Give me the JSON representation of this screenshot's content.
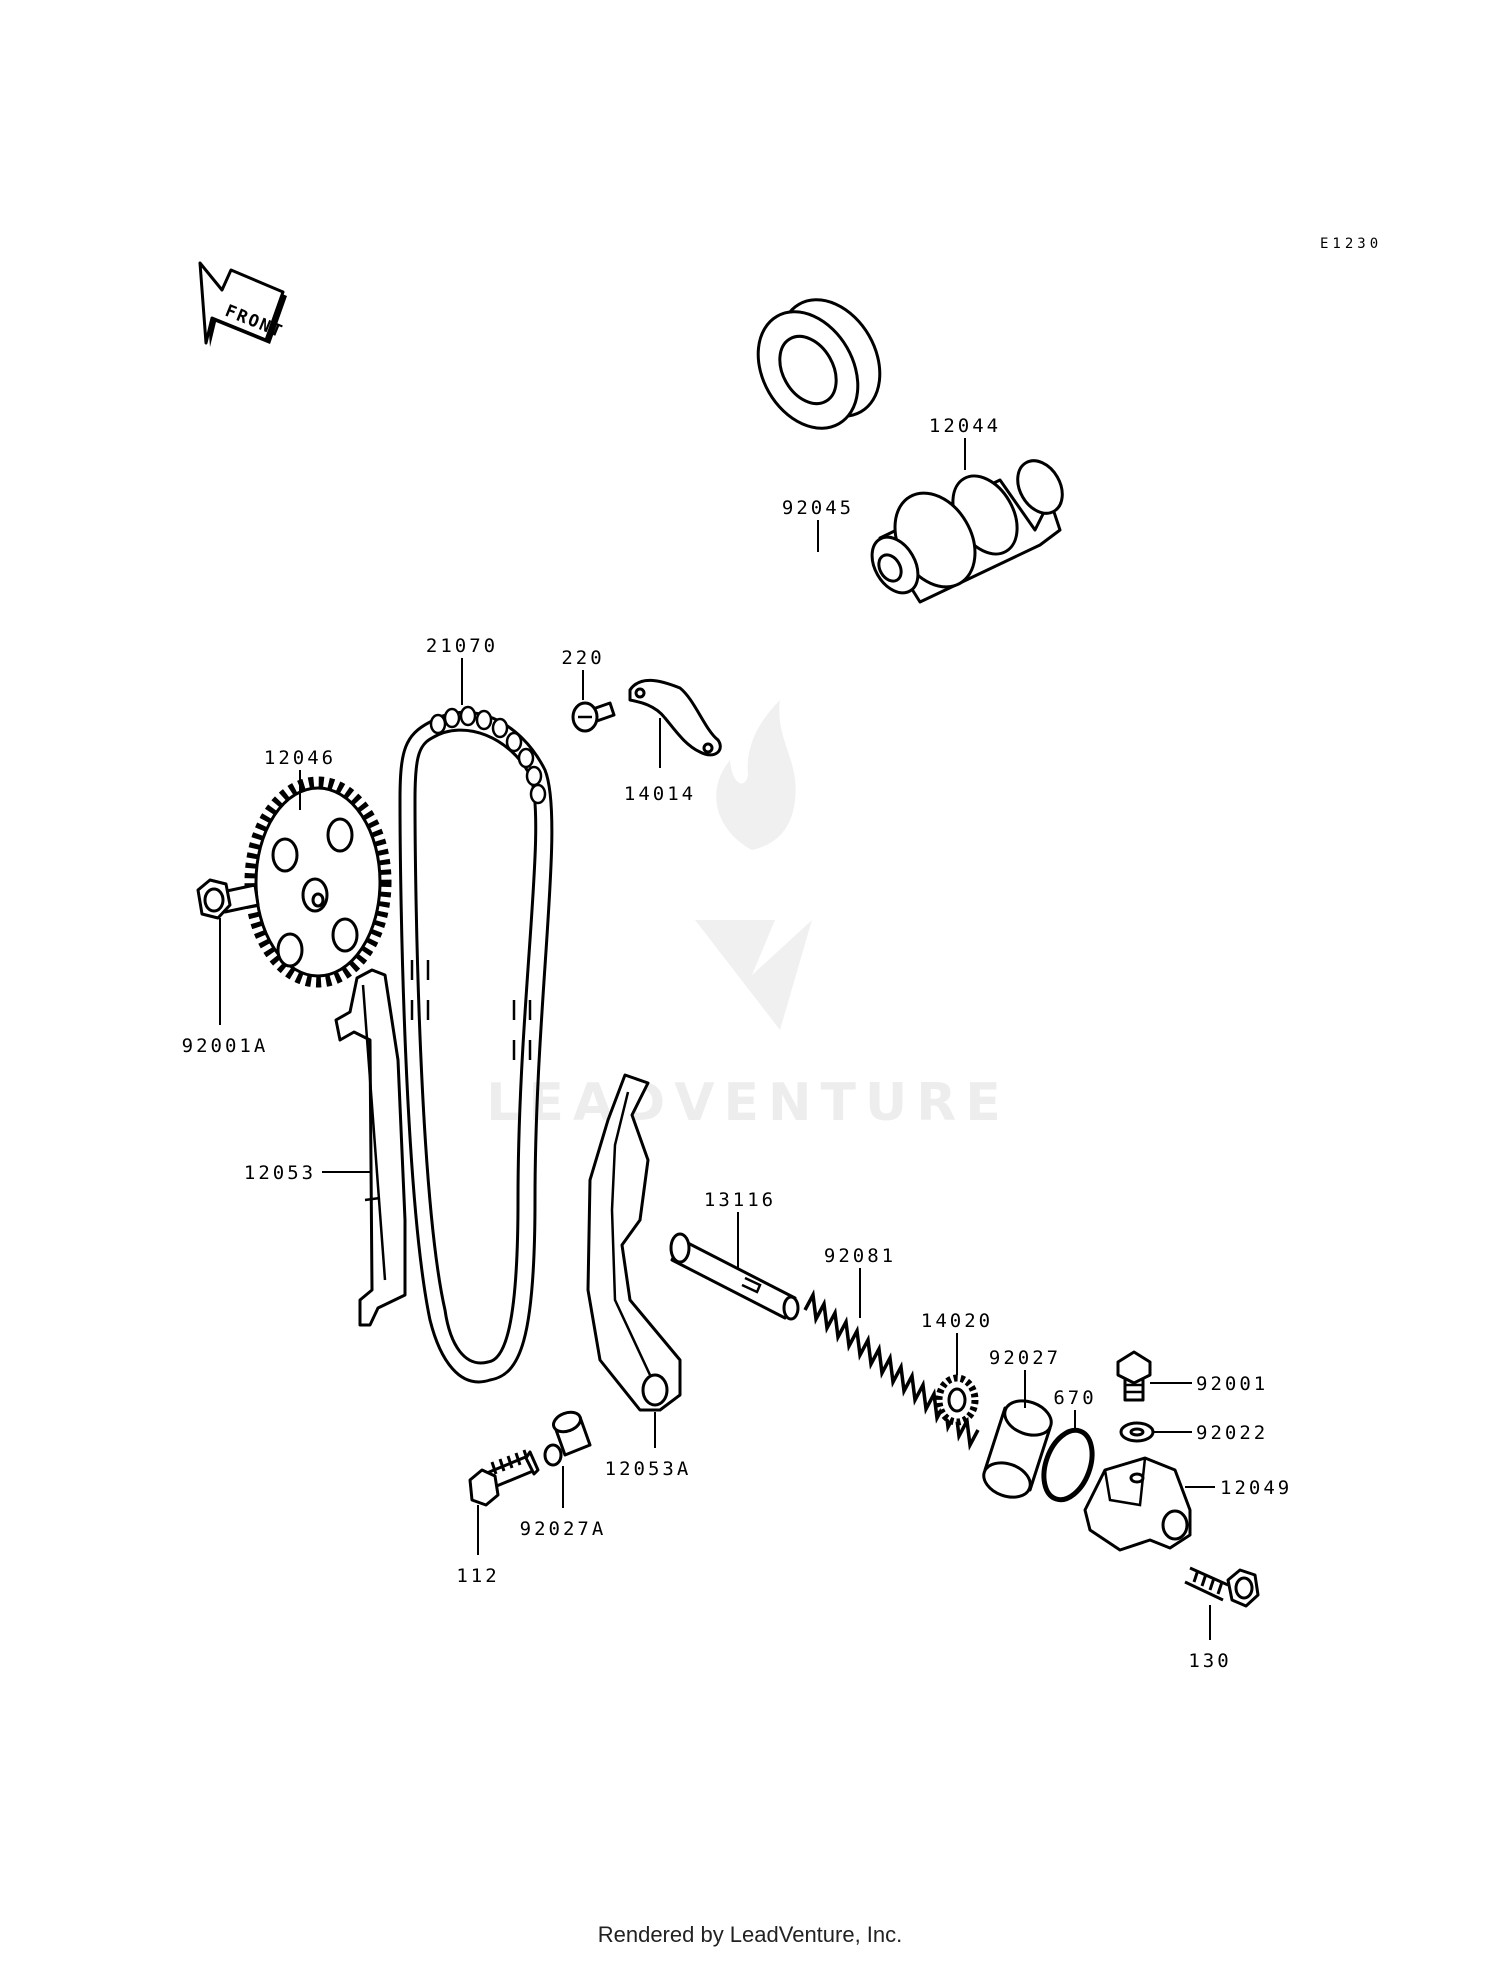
{
  "diagram_code": "E1230",
  "front_label": "FRONT",
  "watermark_text": "LEADVENTURE",
  "footer": "Rendered by LeadVenture, Inc.",
  "parts": [
    {
      "id": "p12044",
      "label": "12044"
    },
    {
      "id": "p92045",
      "label": "92045"
    },
    {
      "id": "p21070",
      "label": "21070"
    },
    {
      "id": "p220",
      "label": "220"
    },
    {
      "id": "p14014",
      "label": "14014"
    },
    {
      "id": "p12046",
      "label": "12046"
    },
    {
      "id": "p92001A",
      "label": "92001A"
    },
    {
      "id": "p12053",
      "label": "12053"
    },
    {
      "id": "p13116",
      "label": "13116"
    },
    {
      "id": "p92081",
      "label": "92081"
    },
    {
      "id": "p14020",
      "label": "14020"
    },
    {
      "id": "p92027",
      "label": "92027"
    },
    {
      "id": "p670",
      "label": "670"
    },
    {
      "id": "p92001",
      "label": "92001"
    },
    {
      "id": "p92022",
      "label": "92022"
    },
    {
      "id": "p12049",
      "label": "12049"
    },
    {
      "id": "p12053A",
      "label": "12053A"
    },
    {
      "id": "p92027A",
      "label": "92027A"
    },
    {
      "id": "p112",
      "label": "112"
    },
    {
      "id": "p130",
      "label": "130"
    }
  ]
}
